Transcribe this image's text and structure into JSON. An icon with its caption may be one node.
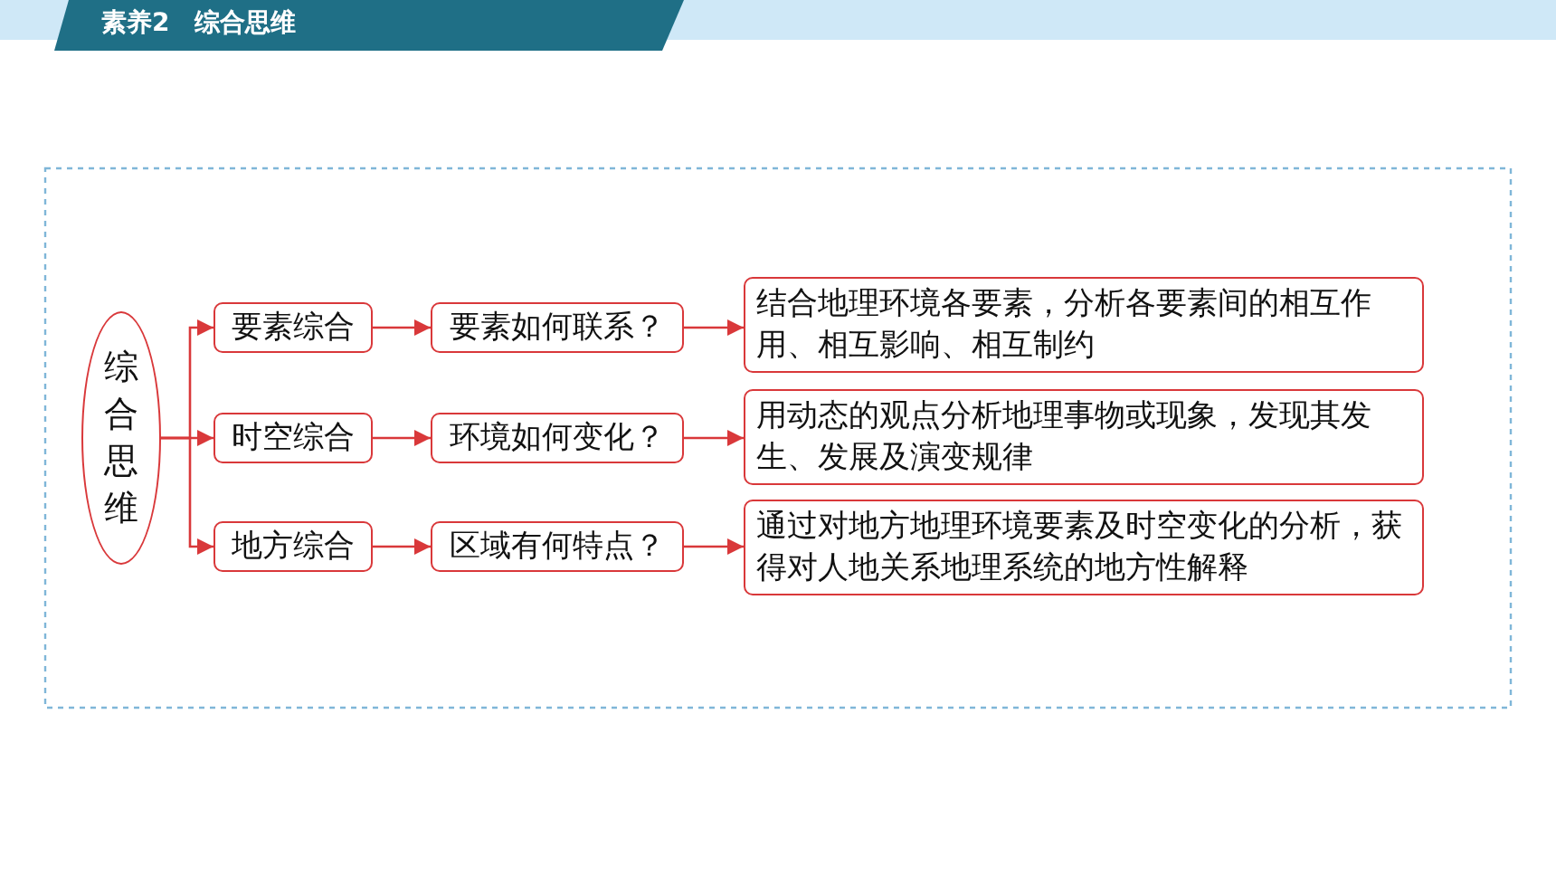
{
  "diagram": {
    "title": "素养2　综合思维",
    "nodes": [
      {
        "text": [
          "综合思维"
        ]
      },
      {
        "text": [
          "要素综合"
        ]
      },
      {
        "text": [
          "要素如何联系？"
        ]
      },
      {
        "text": [
          "结合地理环境各要素，分析各要素间的相互作用、相互影响、相互制约"
        ]
      },
      {
        "text": [
          "时空综合"
        ]
      },
      {
        "text": [
          "环境如何变化？"
        ]
      },
      {
        "text": [
          "用动态的观点分析地理事物或现象，发现其发生、发展及演变规律"
        ]
      },
      {
        "text": [
          "地方综合"
        ]
      },
      {
        "text": [
          "区域有何特点？"
        ]
      },
      {
        "text": [
          "通过对地方地理环境要素及时空变化的分析，获得对人地关系地理系统的地方性解释"
        ]
      }
    ],
    "edges": [
      {
        "from": 0,
        "to": 1,
        "arrow": "to"
      },
      {
        "from": 0,
        "to": 4,
        "arrow": "to"
      },
      {
        "from": 0,
        "to": 7,
        "arrow": "to"
      },
      {
        "from": 1,
        "to": 2,
        "arrow": "to"
      },
      {
        "from": 2,
        "to": 3,
        "arrow": "to"
      },
      {
        "from": 4,
        "to": 5,
        "arrow": "to"
      },
      {
        "from": 5,
        "to": 6,
        "arrow": "to"
      },
      {
        "from": 7,
        "to": 8,
        "arrow": "to"
      },
      {
        "from": 8,
        "to": 9,
        "arrow": "to"
      }
    ]
  }
}
